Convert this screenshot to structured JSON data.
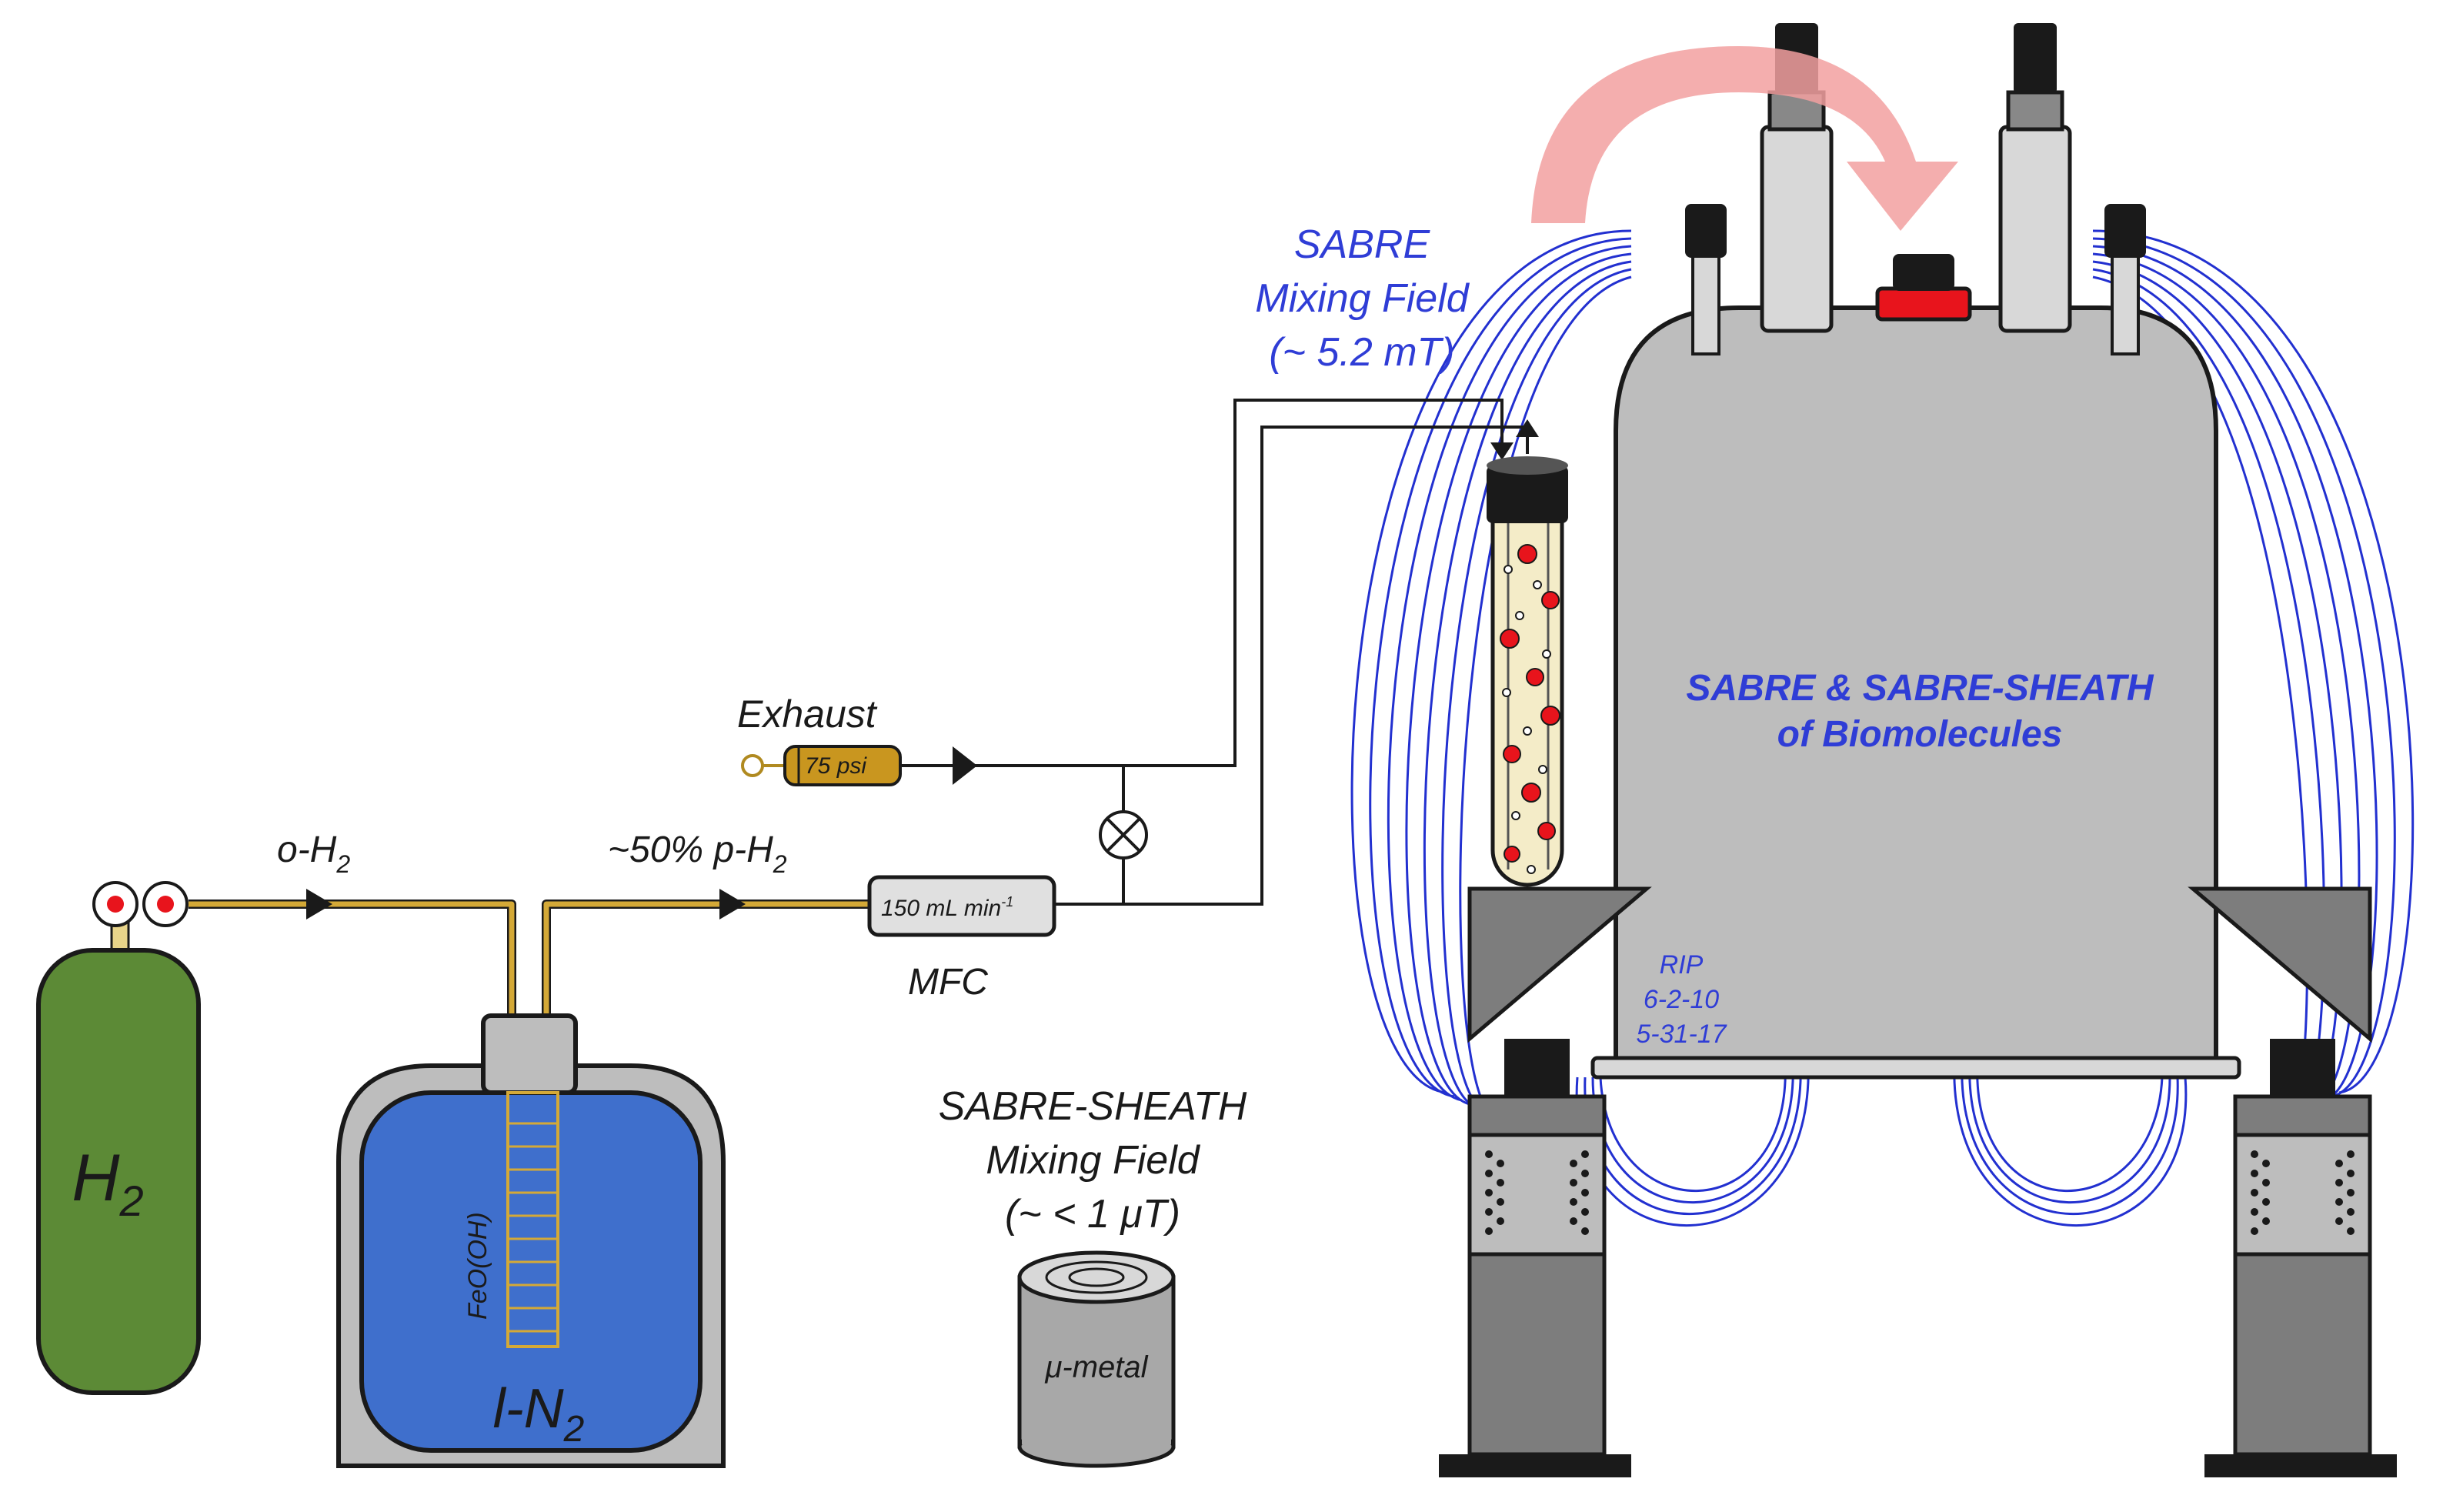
{
  "colors": {
    "tube_gold": "#d4a937",
    "tank_green": "#5c8a36",
    "dewar_blue": "#3f6fcc",
    "field_blue": "#2230d0",
    "magnet_grey": "#bdbdbd",
    "arrow_pink": "#f2a0a0",
    "cap_red": "#e8141c"
  },
  "labels": {
    "h2_tank": "H",
    "h2_tank_sub": "2",
    "o_h2": "o-H",
    "o_h2_sub": "2",
    "p_h2": "~50% p-H",
    "p_h2_sub": "2",
    "feooh": "FeO(OH)",
    "ln2": "l-N",
    "ln2_sub": "2",
    "mfc_value": "150 mL min",
    "mfc_sup": "-1",
    "mfc": "MFC",
    "exhaust": "Exhaust",
    "valve_psi": "75 psi",
    "sabre_field_1": "SABRE",
    "sabre_field_2": "Mixing Field",
    "sabre_field_3": "(~ 5.2 mT)",
    "sheath_field_1": "SABRE-SHEATH",
    "sheath_field_2": "Mixing Field",
    "sheath_field_3": "(~ < 1 μT)",
    "mumetal": "μ-metal",
    "magnet_title_1": "SABRE & SABRE-SHEATH",
    "magnet_title_2": "of Biomolecules",
    "rip_1": "RIP",
    "rip_2": "6-2-10",
    "rip_3": "5-31-17"
  }
}
